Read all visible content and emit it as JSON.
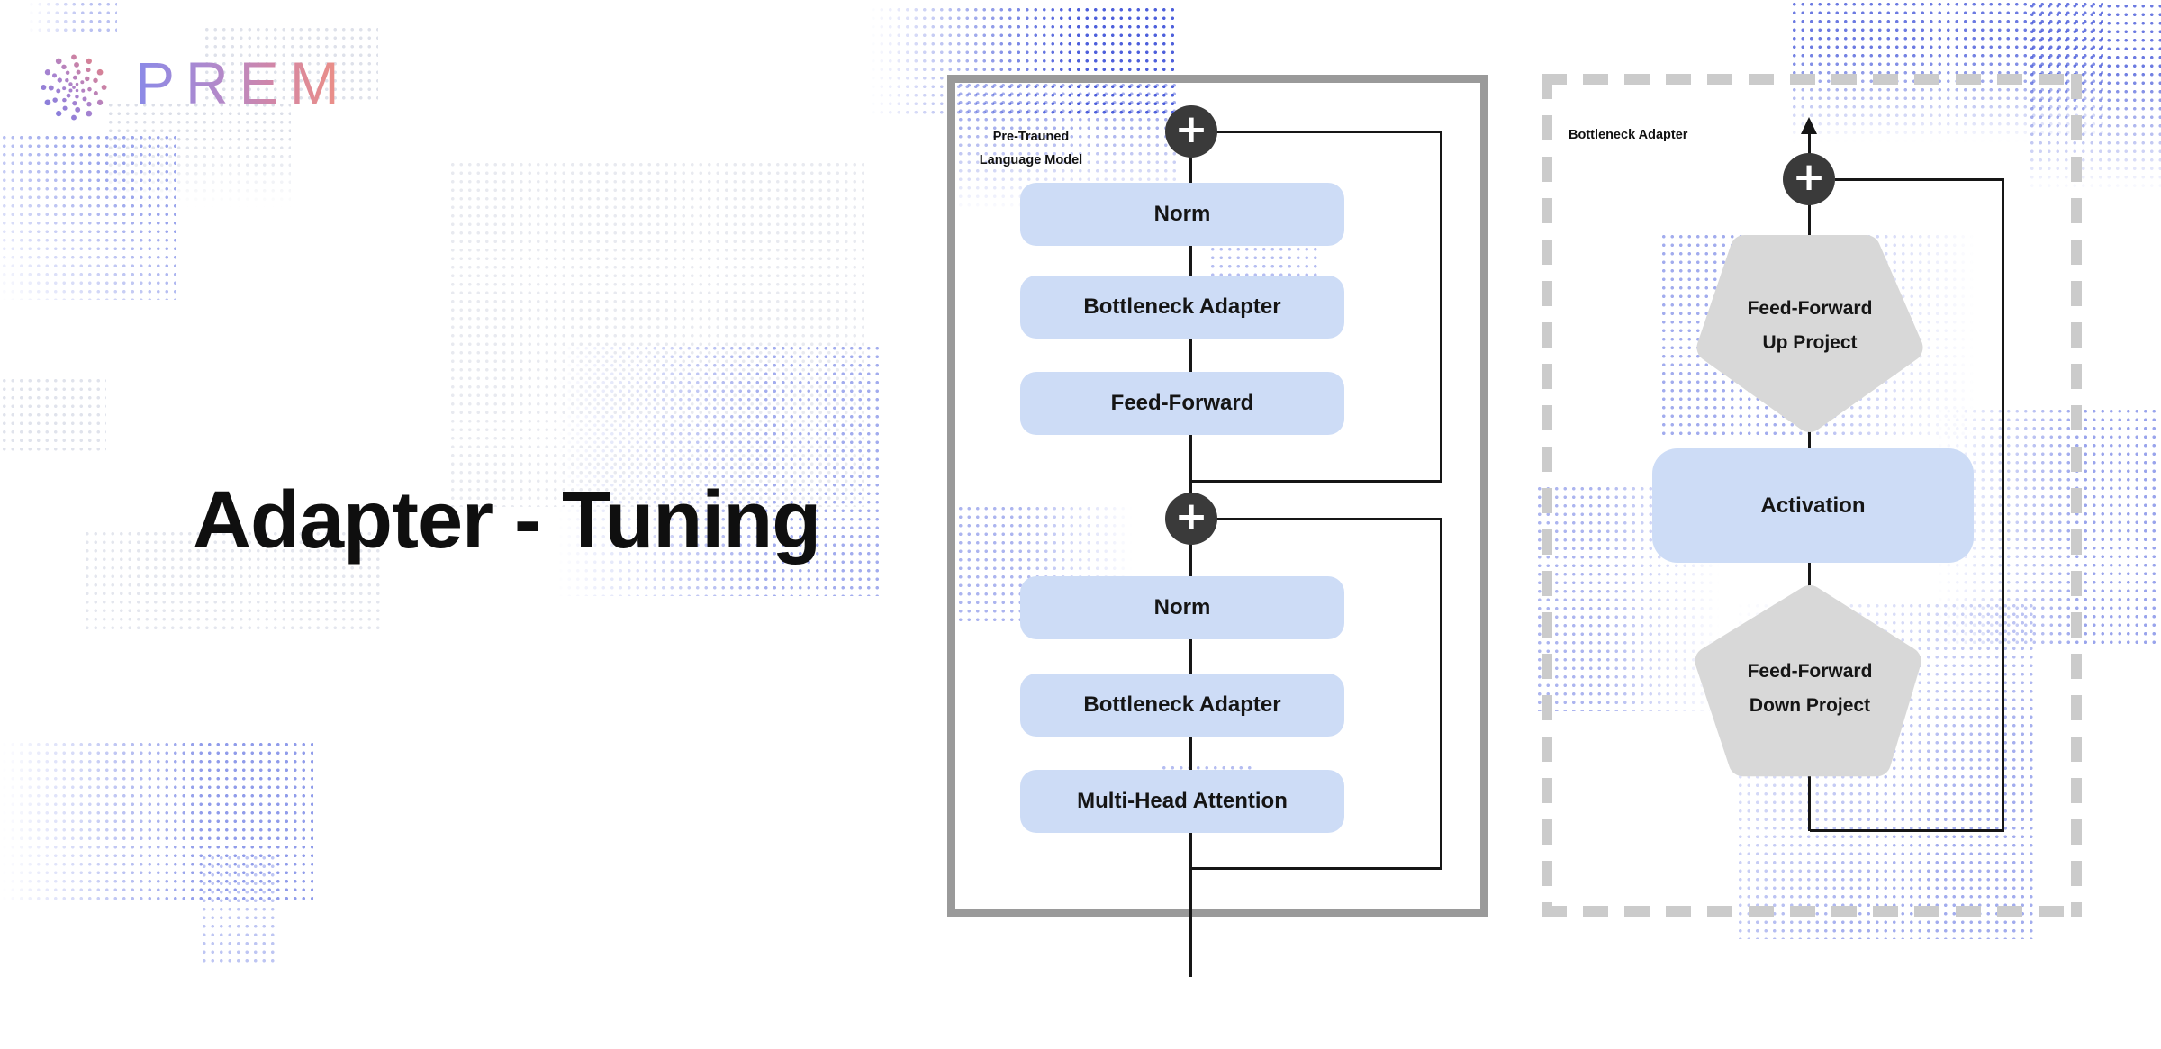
{
  "brand": {
    "name": "PREM"
  },
  "title": "Adapter - Tuning",
  "icons": {
    "plus": "+",
    "arrow_up": "up-arrow"
  },
  "left_diagram": {
    "label": [
      "Pre-Trauned",
      "Language Model"
    ],
    "blocks": [
      {
        "label": "Norm"
      },
      {
        "label": "Bottleneck Adapter"
      },
      {
        "label": "Feed-Forward"
      },
      {
        "label": "Norm"
      },
      {
        "label": "Bottleneck Adapter"
      },
      {
        "label": "Multi-Head Attention"
      }
    ]
  },
  "right_diagram": {
    "label": "Bottleneck Adapter",
    "up_project": [
      "Feed-Forward",
      "Up Project"
    ],
    "activation": "Activation",
    "down_project": [
      "Feed-Forward",
      "Down Project"
    ]
  },
  "colors": {
    "block_blue": "#cddcf6",
    "pentagon_gray": "#d8d8d8",
    "solid_border_gray": "#9a9a9a",
    "dashed_border_gray": "#cbcbcb",
    "plus_circle": "#3a3a3a",
    "line_black": "#161616",
    "dot_blue": "#3d52d8",
    "title_black": "#0f0f0f",
    "brand_gradient": [
      "#8a8ae8",
      "#b489c9",
      "#d286a6",
      "#f09181"
    ]
  }
}
